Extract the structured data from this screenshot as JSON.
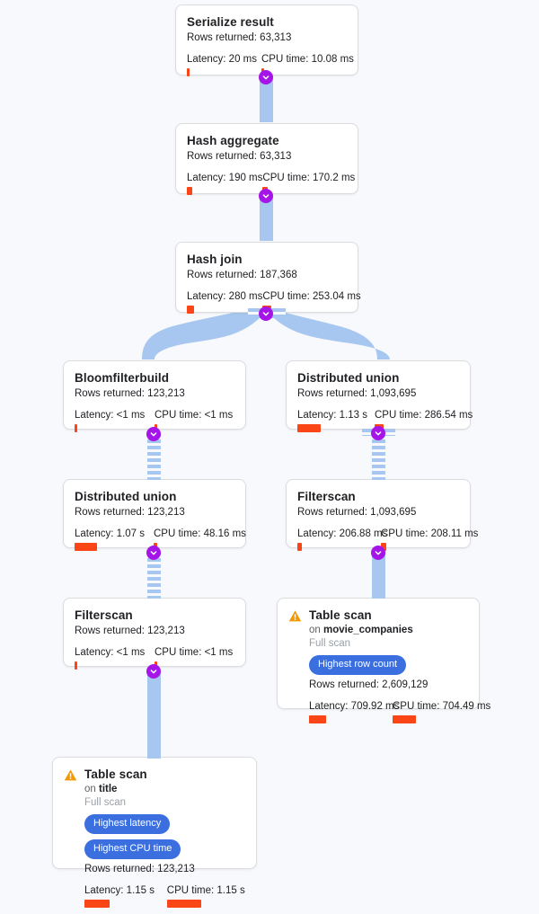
{
  "theme": {
    "page_background": "#f7f9fc",
    "card_background": "#ffffff",
    "card_border": "#dadce0",
    "edge_color": "#a8c7f0",
    "connector_badge_color": "#a515e8",
    "meter_color": "#fa4616",
    "badge_color": "#3b6fe0",
    "warning_color": "#f29900"
  },
  "labels": {
    "rows_returned_prefix": "Rows returned:",
    "latency_prefix": "Latency:",
    "cpu_prefix": "CPU time:",
    "on_prefix": "on",
    "chevron_icon": "chevron-down-icon",
    "warning_icon": "warning-triangle-icon"
  },
  "nodes": [
    {
      "id": "serialize-result",
      "title": "Serialize result",
      "rows_returned": "Rows returned: 63,313",
      "latency": "Latency: 20 ms",
      "cpu": "CPU time: 10.08 ms",
      "latency_bar_pct": 2,
      "cpu_bar_pct": 2,
      "warning": false,
      "badges": []
    },
    {
      "id": "hash-aggregate",
      "title": "Hash aggregate",
      "rows_returned": "Rows returned: 63,313",
      "latency": "Latency: 190 ms",
      "cpu": "CPU time: 170.2 ms",
      "latency_bar_pct": 8,
      "cpu_bar_pct": 8,
      "warning": false,
      "badges": []
    },
    {
      "id": "hash-join",
      "title": "Hash join",
      "rows_returned": "Rows returned: 187,368",
      "latency": "Latency: 280 ms",
      "cpu": "CPU time: 253.04 ms",
      "latency_bar_pct": 11,
      "cpu_bar_pct": 13,
      "warning": false,
      "badges": []
    },
    {
      "id": "bloomfilterbuild",
      "title": "Bloomfilterbuild",
      "rows_returned": "Rows returned: 123,213",
      "latency": "Latency: <1 ms",
      "cpu": "CPU time: <1 ms",
      "latency_bar_pct": 2,
      "cpu_bar_pct": 2,
      "warning": false,
      "badges": []
    },
    {
      "id": "distributed-union-right",
      "title": "Distributed union",
      "rows_returned": "Rows returned: 1,093,695",
      "latency": "Latency: 1.13 s",
      "cpu": "CPU time: 286.54 ms",
      "latency_bar_pct": 40,
      "cpu_bar_pct": 13,
      "warning": false,
      "badges": []
    },
    {
      "id": "distributed-union-left",
      "title": "Distributed union",
      "rows_returned": "Rows returned: 123,213",
      "latency": "Latency: 1.07 s",
      "cpu": "CPU time: 48.16 ms",
      "latency_bar_pct": 38,
      "cpu_bar_pct": 3,
      "warning": false,
      "badges": []
    },
    {
      "id": "filterscan-right",
      "title": "Filterscan",
      "rows_returned": "Rows returned: 1,093,695",
      "latency": "Latency: 206.88 ms",
      "cpu": "CPU time: 208.11 ms",
      "latency_bar_pct": 4,
      "cpu_bar_pct": 5,
      "warning": false,
      "badges": []
    },
    {
      "id": "filterscan-left",
      "title": "Filterscan",
      "rows_returned": "Rows returned: 123,213",
      "latency": "Latency: <1 ms",
      "cpu": "CPU time: <1 ms",
      "latency_bar_pct": 2,
      "cpu_bar_pct": 2,
      "warning": false,
      "badges": []
    },
    {
      "id": "table-scan-movie-companies",
      "title": "Table scan",
      "subtitle_label": "on",
      "subtitle_target": "movie_companies",
      "scan_type": "Full scan",
      "rows_returned": "Rows returned: 2,609,129",
      "latency": "Latency: 709.92 ms",
      "cpu": "CPU time: 704.49 ms",
      "latency_bar_pct": 24,
      "cpu_bar_pct": 33,
      "warning": true,
      "badges": [
        "Highest row count"
      ]
    },
    {
      "id": "table-scan-title",
      "title": "Table scan",
      "subtitle_label": "on",
      "subtitle_target": "title",
      "scan_type": "Full scan",
      "rows_returned": "Rows returned: 123,213",
      "latency": "Latency: 1.15 s",
      "cpu": "CPU time: 1.15 s",
      "latency_bar_pct": 42,
      "cpu_bar_pct": 52,
      "warning": true,
      "badges": [
        "Highest latency",
        "Highest CPU time"
      ]
    }
  ]
}
